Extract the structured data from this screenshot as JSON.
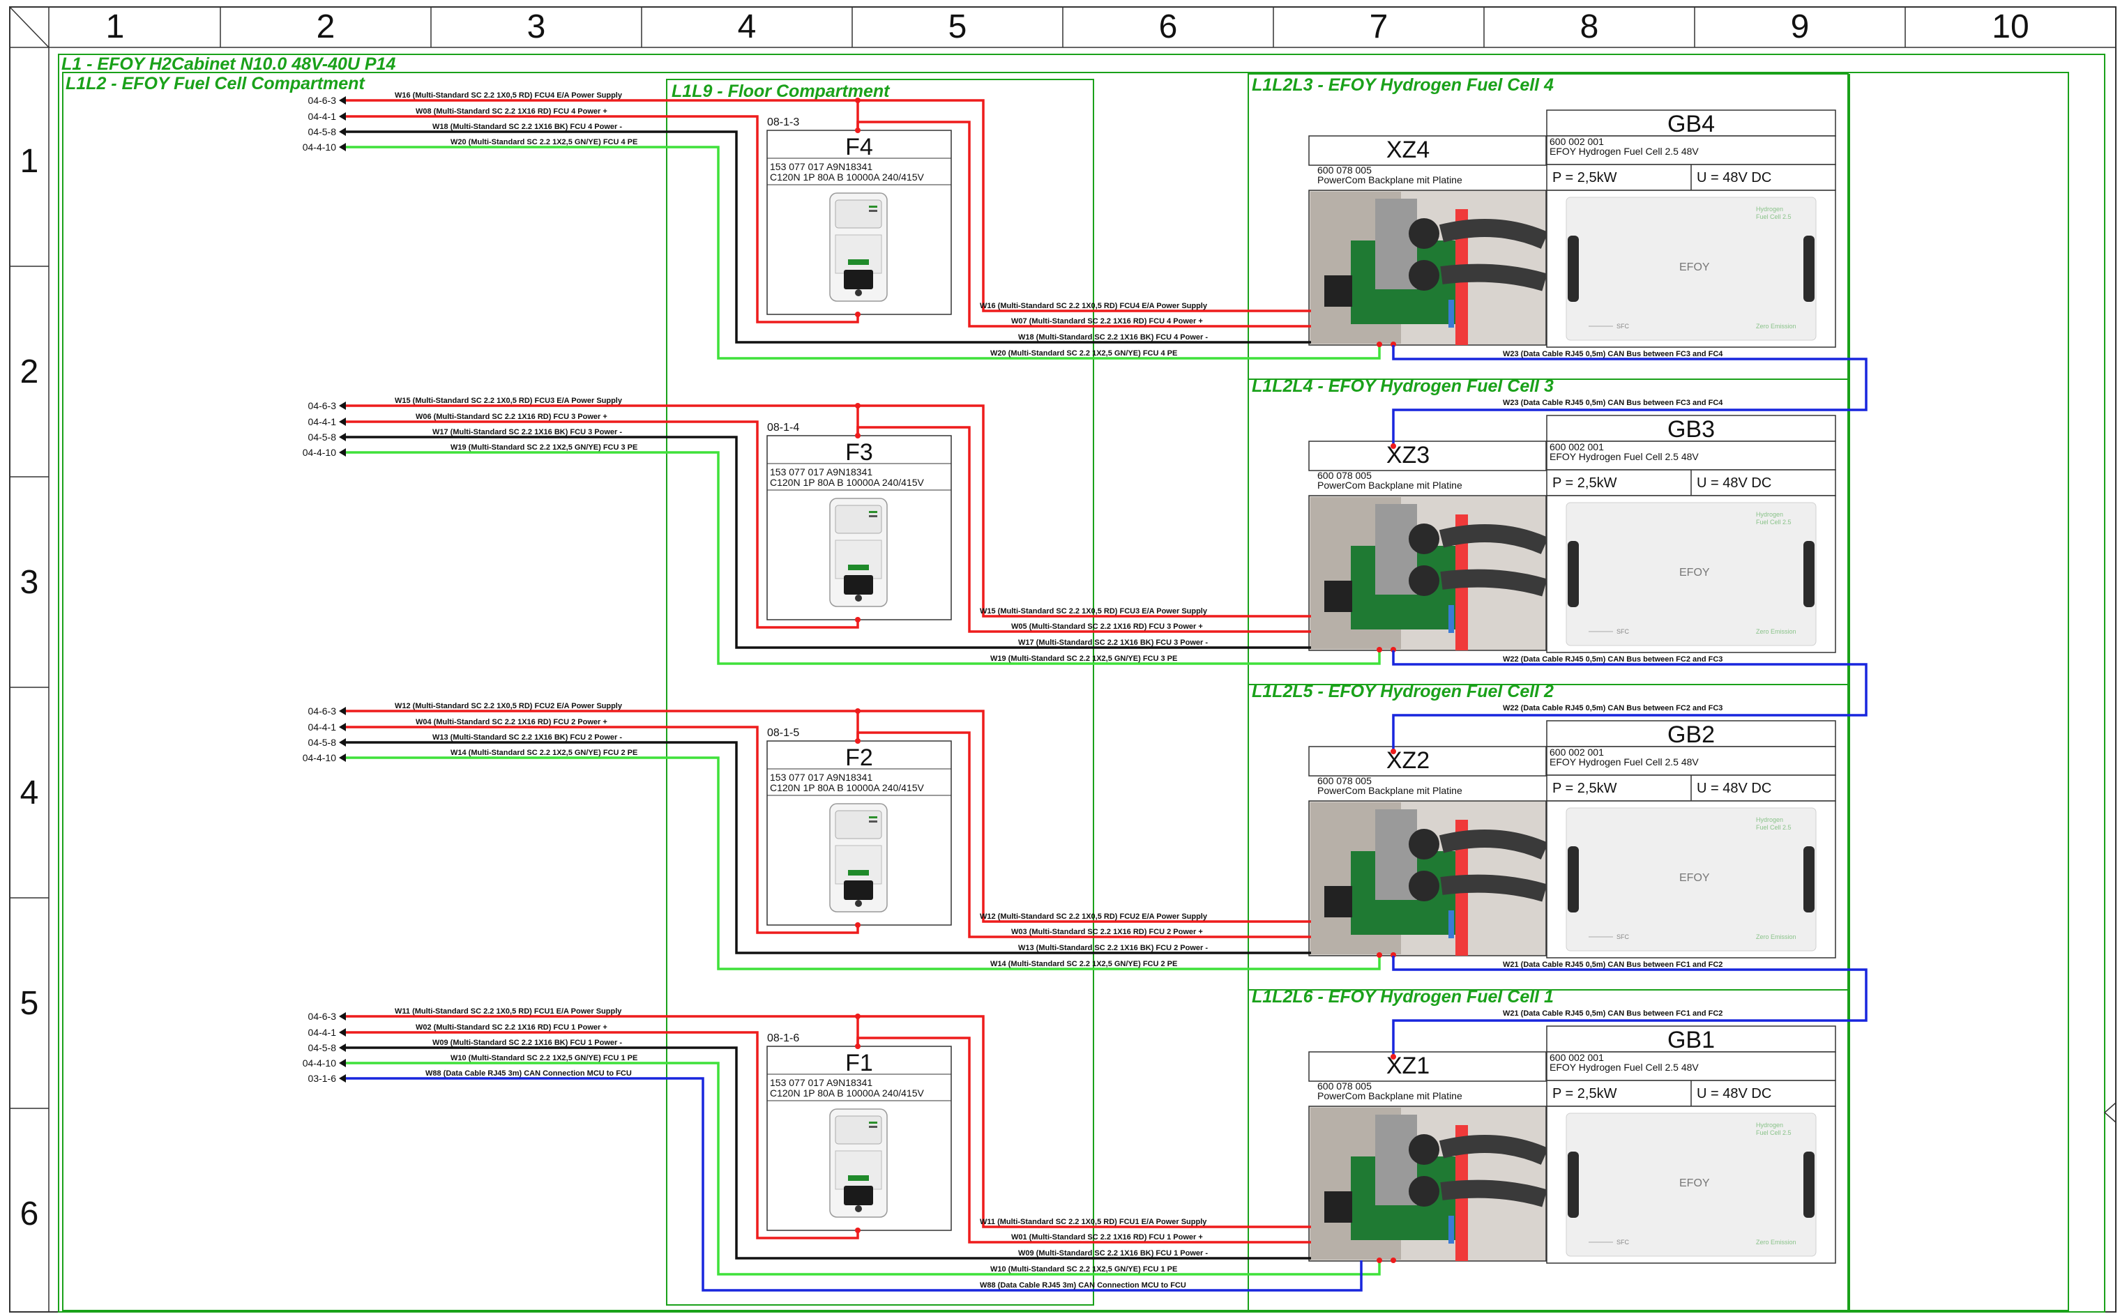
{
  "columns": [
    "1",
    "2",
    "3",
    "4",
    "5",
    "6",
    "7",
    "8",
    "9",
    "10"
  ],
  "rows": [
    "1",
    "2",
    "3",
    "4",
    "5",
    "6"
  ],
  "groups": {
    "cabinet": "L1 - EFOY H2Cabinet N10.0 48V-40U P14",
    "fuel_cell_compartment": "L1L2 - EFOY Fuel Cell Compartment",
    "floor_compartment": "L1L9 - Floor Compartment",
    "fc4": "L1L2L3 - EFOY Hydrogen Fuel Cell 4",
    "fc3": "L1L2L4 - EFOY Hydrogen Fuel Cell 3",
    "fc2": "L1L2L5 - EFOY Hydrogen Fuel Cell  2",
    "fc1": "L1L2L6 - EFOY Hydrogen Fuel Cell  1"
  },
  "wire_colors": {
    "red": "#ee1c1c",
    "black": "#111111",
    "green": "#3fe13a",
    "blue": "#1826dd",
    "frame_green": "#1aa11a"
  },
  "units": [
    {
      "pins": [
        "04-6-3",
        "04-4-1",
        "04-5-8",
        "04-4-10"
      ],
      "left_labels": [
        "W16 (Multi-Standard SC 2.2 1X0,5 RD) FCU4 E/A Power Supply",
        "W08 (Multi-Standard SC 2.2 1X16 RD) FCU 4 Power +",
        "W18 (Multi-Standard SC 2.2 1X16 BK) FCU 4 Power -",
        "W20 (Multi-Standard SC 2.2 1X2,5 GN/YE) FCU 4 PE"
      ],
      "right_labels": [
        "W16 (Multi-Standard SC 2.2 1X0,5 RD) FCU4 E/A Power Supply",
        "W07 (Multi-Standard SC 2.2 1X16 RD) FCU 4 Power +",
        "W18 (Multi-Standard SC 2.2 1X16 BK) FCU 4 Power -",
        "W20 (Multi-Standard SC 2.2 1X2,5 GN/YE) FCU 4 PE"
      ],
      "breaker": {
        "ref": "08-1-3",
        "name": "F4",
        "part": "153 077 017 A9N18341",
        "desc": "C120N 1P 80A B 10000A 240/415V"
      },
      "backplane": {
        "name": "XZ4",
        "part": "600 078 005",
        "desc": "PowerCom Backplane mit Platine"
      },
      "cell": {
        "name": "GB4",
        "part": "600 002 001",
        "desc": "EFOY Hydrogen Fuel Cell 2.5 48V",
        "power": "P =  2,5kW",
        "voltage": "U =  48V DC"
      },
      "can_out": "W23 (Data Cable RJ45 0,5m) CAN Bus between FC3 and FC4"
    },
    {
      "pins": [
        "04-6-3",
        "04-4-1",
        "04-5-8",
        "04-4-10"
      ],
      "left_labels": [
        "W15 (Multi-Standard SC 2.2 1X0,5 RD) FCU3 E/A Power Supply",
        "W06 (Multi-Standard SC 2.2 1X16 RD) FCU 3 Power +",
        "W17 (Multi-Standard SC 2.2 1X16 BK) FCU 3 Power -",
        "W19 (Multi-Standard SC 2.2 1X2,5 GN/YE) FCU 3 PE"
      ],
      "right_labels": [
        "W15 (Multi-Standard SC 2.2 1X0,5 RD) FCU3 E/A Power Supply",
        "W05 (Multi-Standard SC 2.2 1X16 RD) FCU 3 Power +",
        "W17 (Multi-Standard SC 2.2 1X16 BK) FCU 3 Power -",
        "W19 (Multi-Standard SC 2.2 1X2,5 GN/YE) FCU 3 PE"
      ],
      "breaker": {
        "ref": "08-1-4",
        "name": "F3",
        "part": "153 077 017 A9N18341",
        "desc": "C120N 1P 80A B 10000A 240/415V"
      },
      "backplane": {
        "name": "XZ3",
        "part": "600 078 005",
        "desc": "PowerCom Backplane mit Platine"
      },
      "cell": {
        "name": "GB3",
        "part": "600 002 001",
        "desc": "EFOY Hydrogen Fuel Cell 2.5 48V",
        "power": "P =  2,5kW",
        "voltage": "U =  48V DC"
      },
      "can_in": "W23 (Data Cable RJ45 0,5m) CAN Bus between FC3 and FC4",
      "can_out": "W22 (Data Cable RJ45 0,5m) CAN Bus  between FC2 and FC3"
    },
    {
      "pins": [
        "04-6-3",
        "04-4-1",
        "04-5-8",
        "04-4-10"
      ],
      "left_labels": [
        "W12 (Multi-Standard SC 2.2 1X0,5 RD) FCU2 E/A Power Supply",
        "W04 (Multi-Standard SC 2.2 1X16 RD) FCU 2 Power +",
        "W13 (Multi-Standard SC 2.2 1X16 BK) FCU 2 Power -",
        "W14 (Multi-Standard SC 2.2 1X2,5 GN/YE) FCU 2 PE"
      ],
      "right_labels": [
        "W12 (Multi-Standard SC 2.2 1X0,5 RD) FCU2 E/A Power Supply",
        "W03 (Multi-Standard SC 2.2 1X16 RD) FCU  2 Power +",
        "W13 (Multi-Standard SC 2.2 1X16 BK) FCU 2 Power -",
        "W14 (Multi-Standard SC 2.2 1X2,5 GN/YE) FCU 2 PE"
      ],
      "breaker": {
        "ref": "08-1-5",
        "name": "F2",
        "part": "153 077 017 A9N18341",
        "desc": "C120N 1P 80A B 10000A 240/415V"
      },
      "backplane": {
        "name": "XZ2",
        "part": "600 078 005",
        "desc": "PowerCom Backplane mit Platine"
      },
      "cell": {
        "name": "GB2",
        "part": "600 002 001",
        "desc": "EFOY Hydrogen Fuel Cell 2.5 48V",
        "power": "P =  2,5kW",
        "voltage": "U =  48V DC"
      },
      "can_in": "W22 (Data Cable RJ45 0,5m) CAN Bus  between FC2 and FC3",
      "can_out": "W21 (Data Cable RJ45 0,5m) CAN Bus between FC1 and FC2"
    },
    {
      "pins": [
        "04-6-3",
        "04-4-1",
        "04-5-8",
        "04-4-10",
        "03-1-6"
      ],
      "left_labels": [
        "W11 (Multi-Standard SC 2.2 1X0,5 RD) FCU1 E/A Power Supply",
        "W02 (Multi-Standard SC 2.2 1X16 RD) FCU 1 Power +",
        "W09 (Multi-Standard SC 2.2 1X16 BK) FCU 1 Power -",
        "W10 (Multi-Standard SC 2.2 1X2,5 GN/YE) FCU 1 PE",
        "W88 (Data Cable RJ45 3m) CAN Connection MCU to FCU"
      ],
      "right_labels": [
        "W11 (Multi-Standard SC 2.2 1X0,5 RD) FCU1 E/A Power Supply",
        "W01 (Multi-Standard SC 2.2 1X16 RD) FCU 1 Power +",
        "W09 (Multi-Standard SC 2.2 1X16 BK) FCU 1 Power -",
        "W10 (Multi-Standard SC 2.2 1X2,5 GN/YE) FCU 1 PE",
        "W88 (Data Cable RJ45 3m) CAN Connection MCU to FCU"
      ],
      "breaker": {
        "ref": "08-1-6",
        "name": "F1",
        "part": "153 077 017 A9N18341",
        "desc": "C120N 1P 80A B 10000A 240/415V"
      },
      "backplane": {
        "name": "XZ1",
        "part": "600 078 005",
        "desc": "PowerCom Backplane mit Platine"
      },
      "cell": {
        "name": "GB1",
        "part": "600 002 001",
        "desc": "EFOY Hydrogen Fuel Cell 2.5 48V",
        "power": "P =  2,5kW",
        "voltage": "U =  48V DC"
      },
      "can_in": "W21 (Data Cable RJ45 0,5m) CAN Bus between FC1 and FC2"
    }
  ],
  "device_artwork": {
    "breaker_icon": "circuit-breaker-image",
    "backplane_icon": "powercom-backplane-photo",
    "cell_icon": "efoy-fuel-cell-photo",
    "cell_logo": "EFOY",
    "cell_model_lines": [
      "Hydrogen",
      "Fuel Cell 2.5"
    ],
    "cell_brand_mark": "SFC",
    "cell_badge": "Zero Emission"
  }
}
